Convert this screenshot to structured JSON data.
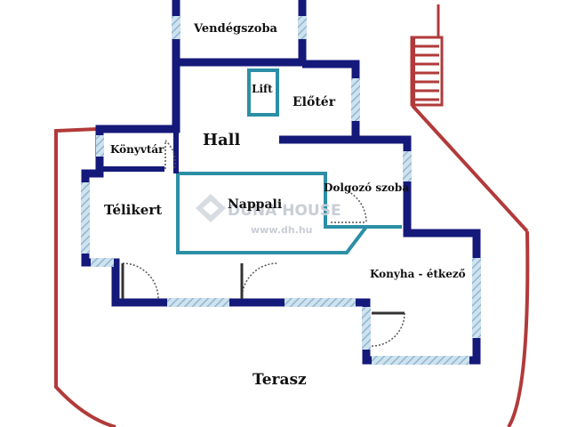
{
  "rooms": {
    "vendegszoba": "Vendégszoba",
    "lift": "Lift",
    "eloter": "Előtér",
    "hall": "Hall",
    "konyvtar": "Könyvtár",
    "dolgozo_szoba": "Dolgozó szoba",
    "telikert": "Télikert",
    "nappali": "Nappali",
    "konyha_etkezo": "Konyha - étkező",
    "terasz": "Terasz"
  },
  "watermark": {
    "brand": "DUNA HOUSE",
    "url": "www.dh.hu"
  },
  "colors": {
    "wall": "#14197a",
    "window": "#9ec3da",
    "inner_wall": "#2b8fa6",
    "terrace_wall": "#b23a3a",
    "door": "#555555",
    "background": "#ffffff"
  }
}
